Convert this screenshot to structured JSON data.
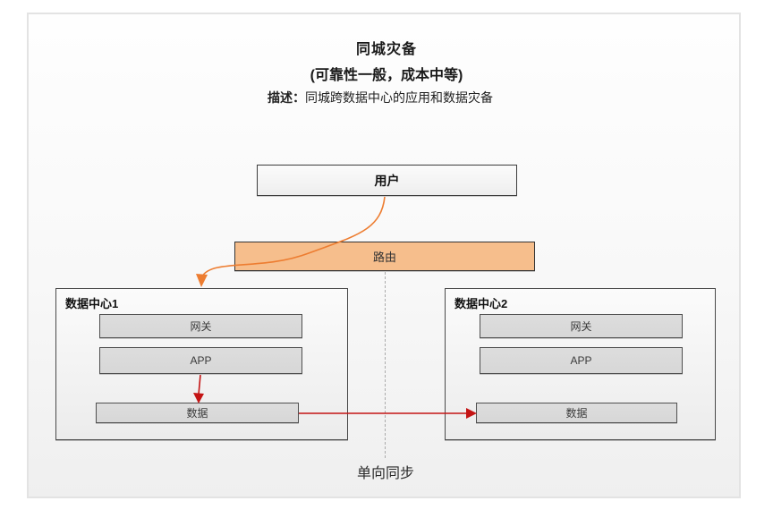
{
  "header": {
    "title": "同城灾备",
    "subtitle": "(可靠性一般，成本中等)",
    "desc_label": "描述：",
    "desc_text": "同城跨数据中心的应用和数据灾备"
  },
  "nodes": {
    "user_label": "用户",
    "router_label": "路由",
    "dc1": {
      "title": "数据中心1",
      "gateway": "网关",
      "app": "APP",
      "data": "数据"
    },
    "dc2": {
      "title": "数据中心2",
      "gateway": "网关",
      "app": "APP",
      "data": "数据"
    }
  },
  "annotations": {
    "sync_label": "单向同步"
  },
  "colors": {
    "orange_flow": "#ED7D31",
    "red_flow": "#C41414",
    "router_fill": "#F6BE8C",
    "gray_fill": "#D7D7D7"
  }
}
